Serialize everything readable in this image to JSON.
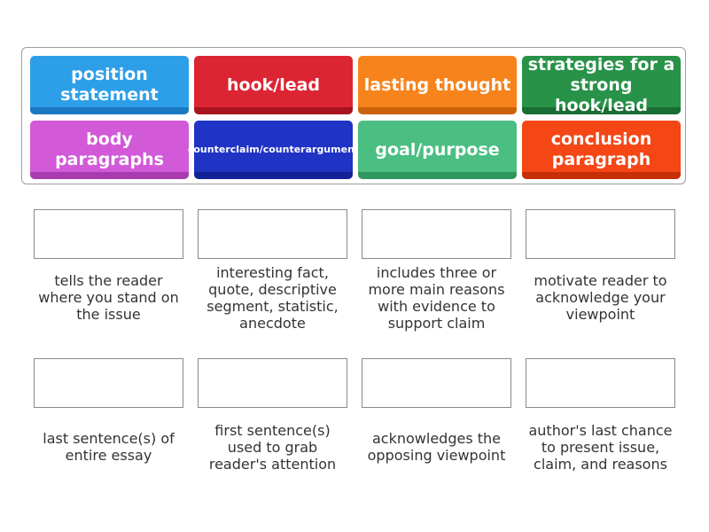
{
  "tiles": [
    {
      "label": "position statement",
      "color": "#2d9fe8",
      "shadow": "#1b78c2"
    },
    {
      "label": "hook/lead",
      "color": "#dc2533",
      "shadow": "#a8141f"
    },
    {
      "label": "lasting thought",
      "color": "#f7831c",
      "shadow": "#cc620b"
    },
    {
      "label": "strategies for a strong hook/lead",
      "color": "#279248",
      "shadow": "#196c33"
    },
    {
      "label": "body paragraphs",
      "color": "#d259d8",
      "shadow": "#a93bb0"
    },
    {
      "label": "counterclaim/counterargument",
      "color": "#1f33c4",
      "shadow": "#132196"
    },
    {
      "label": "goal/purpose",
      "color": "#4bbe82",
      "shadow": "#2f965f"
    },
    {
      "label": "conclusion paragraph",
      "color": "#f54615",
      "shadow": "#c52e07"
    }
  ],
  "targets": [
    {
      "description": "tells the reader where you stand on the issue"
    },
    {
      "description": "interesting fact, quote, descriptive segment, statistic, anecdote"
    },
    {
      "description": "includes three or more main reasons with evidence to support claim"
    },
    {
      "description": "motivate reader to acknowledge your viewpoint"
    },
    {
      "description": "last sentence(s) of entire essay"
    },
    {
      "description": "first sentence(s) used to grab reader's attention"
    },
    {
      "description": "acknowledges the opposing viewpoint"
    },
    {
      "description": "author's last chance to present issue, claim, and reasons"
    }
  ]
}
